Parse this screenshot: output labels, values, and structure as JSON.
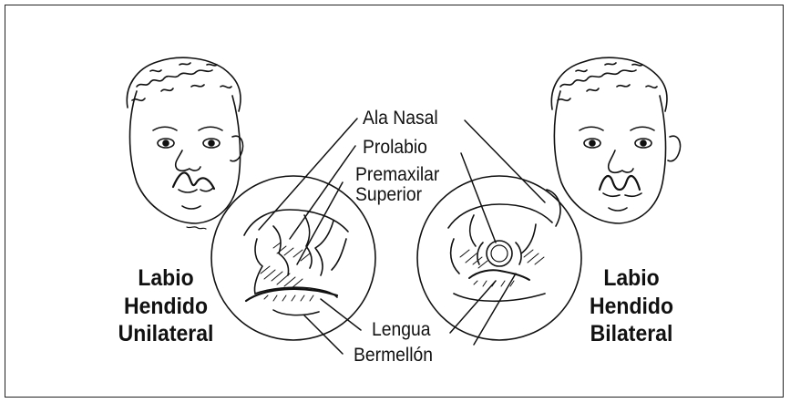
{
  "labels": {
    "ala_nasal": "Ala Nasal",
    "prolabio": "Prolabio",
    "premaxilar_line1": "Premaxilar",
    "premaxilar_line2": "Superior",
    "lengua": "Lengua",
    "bermellon": "Bermellón"
  },
  "left_title": {
    "line1": "Labio",
    "line2": "Hendido",
    "line3": "Unilateral"
  },
  "right_title": {
    "line1": "Labio",
    "line2": "Hendido",
    "line3": "Bilateral"
  },
  "colors": {
    "ink": "#111111",
    "background": "#ffffff",
    "border": "#222222"
  }
}
